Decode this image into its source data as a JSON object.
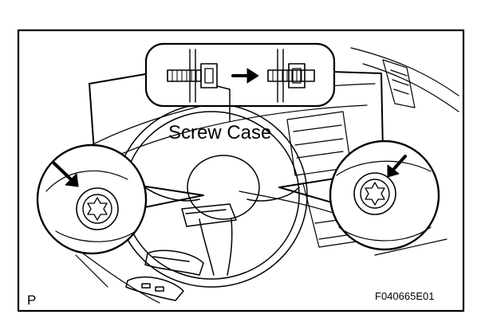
{
  "labels": {
    "callout": "Screw Case",
    "corner_mark": "P",
    "figure_code": "F040665E01"
  },
  "colors": {
    "line": "#000000",
    "background": "#ffffff"
  }
}
